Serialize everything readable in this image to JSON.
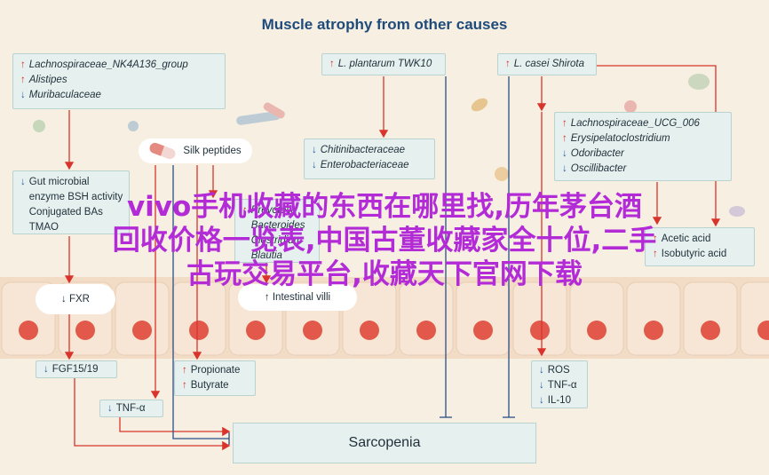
{
  "title": "Muscle atrophy from other causes",
  "boxes": {
    "lachno_group": {
      "items": [
        {
          "dir": "up",
          "text": "Lachnospiraceae_NK4A136_group"
        },
        {
          "dir": "up",
          "text": "Alistipes"
        },
        {
          "dir": "down",
          "text": "Muribaculaceae"
        }
      ]
    },
    "plantarum": {
      "items": [
        {
          "dir": "up",
          "text": "L. plantarum TWK10"
        }
      ]
    },
    "casei": {
      "items": [
        {
          "dir": "up",
          "text": "L. casei Shirota"
        }
      ]
    },
    "chitini": {
      "items": [
        {
          "dir": "down",
          "text": "Chitinibacteraceae"
        },
        {
          "dir": "down",
          "text": "Enterobacteriaceae"
        }
      ]
    },
    "ucg": {
      "items": [
        {
          "dir": "up",
          "text": "Lachnospiraceae_UCG_006"
        },
        {
          "dir": "up",
          "text": "Erysipelatoclostridium"
        },
        {
          "dir": "down",
          "text": "Odoribacter"
        },
        {
          "dir": "down",
          "text": "Oscillibacter"
        }
      ]
    },
    "gut_enzyme": {
      "items": [
        {
          "dir": "down",
          "text": "Gut microbial"
        },
        {
          "dir": "none",
          "text": "enzyme BSH activity"
        },
        {
          "dir": "none",
          "text": "Conjugated BAs"
        },
        {
          "dir": "none",
          "text": "TMAO"
        }
      ]
    },
    "prevo": {
      "items": [
        {
          "dir": "up",
          "text": "Prevotella"
        },
        {
          "dir": "none",
          "text": "Bacteroides"
        },
        {
          "dir": "none",
          "text": "Clostridium"
        },
        {
          "dir": "none",
          "text": "Blautia"
        }
      ]
    },
    "acids": {
      "items": [
        {
          "dir": "up",
          "text": "Acetic acid"
        },
        {
          "dir": "up",
          "text": "Isobutyric acid"
        }
      ]
    },
    "fgf": {
      "items": [
        {
          "dir": "down",
          "text": "FGF15/19"
        }
      ]
    },
    "tnf_left": {
      "items": [
        {
          "dir": "down",
          "text": "TNF-α"
        }
      ]
    },
    "propionate": {
      "items": [
        {
          "dir": "up",
          "text": "Propionate"
        },
        {
          "dir": "up",
          "text": "Butyrate"
        }
      ]
    },
    "ros": {
      "items": [
        {
          "dir": "down",
          "text": "ROS"
        },
        {
          "dir": "down",
          "text": "TNF-α"
        },
        {
          "dir": "down",
          "text": "IL-10"
        }
      ]
    }
  },
  "pills": {
    "silk": "Silk peptides",
    "fxr": "↓ FXR",
    "villi": "↑ Intestinal villi"
  },
  "sarcopenia": "Sarcopenia",
  "overlay_lines": [
    "vivo手机收藏的东西在哪里找,历年茅台酒",
    "回收价格一览表,中国古董收藏家全十位,二手",
    "古玩交易平台,收藏天下官网下载"
  ],
  "colors": {
    "arrow_red": "#d9342b",
    "inhibit_blue": "#2c4f86",
    "cell_red": "#e2584a"
  }
}
